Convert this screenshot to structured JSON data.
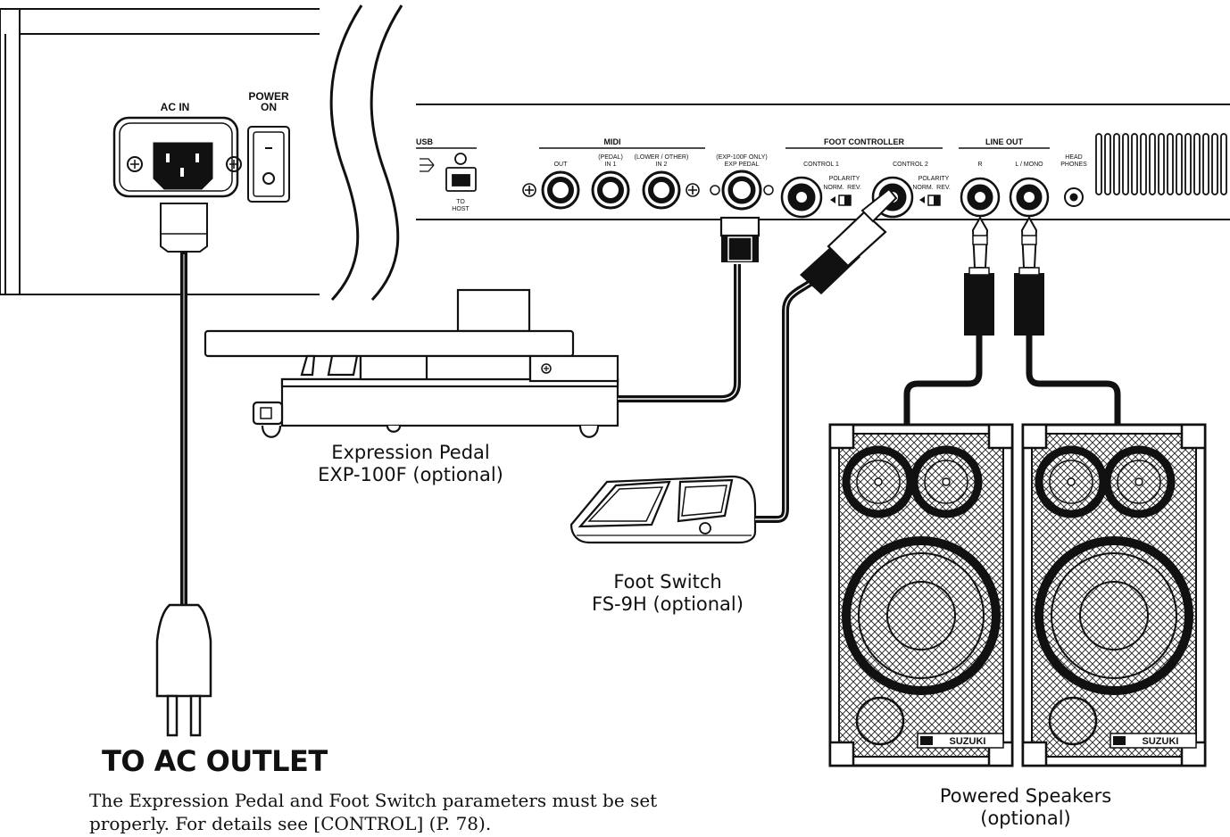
{
  "left_panel": {
    "ac_in_label": "AC IN",
    "power_label_1": "POWER",
    "power_label_2": "ON"
  },
  "rear_panel": {
    "usb_label": "USB",
    "usb_port_label_1": "TO",
    "usb_port_label_2": "HOST",
    "midi_label": "MIDI",
    "midi_out": "OUT",
    "midi_in1_line1": "(PEDAL)",
    "midi_in1_line2": "IN 1",
    "midi_in2_line1": "(LOWER / OTHER)",
    "midi_in2_line2": "IN 2",
    "exp_label_1": "(EXP-100F ONLY)",
    "exp_label_2": "EXP PEDAL",
    "foot_controller_label": "FOOT CONTROLLER",
    "control1": "CONTROL 1",
    "control2": "CONTROL 2",
    "polarity": "POLARITY",
    "norm": "NORM.",
    "rev": "REV.",
    "line_out_label": "LINE OUT",
    "line_out_r": "R",
    "line_out_l": "L / MONO",
    "headphones_1": "HEAD",
    "headphones_2": "PHONES"
  },
  "labels": {
    "expression_pedal_1": "Expression Pedal",
    "expression_pedal_2": "EXP-100F (optional)",
    "foot_switch_1": "Foot Switch",
    "foot_switch_2": "FS-9H (optional)",
    "speakers_1": "Powered Speakers",
    "speakers_2": "(optional)",
    "speaker_brand": "SUZUKI",
    "ac_outlet": "TO AC OUTLET",
    "note_line_1": "The Expression Pedal and Foot Switch parameters must be set",
    "note_line_2": "properly. For details see [CONTROL] (P. 78)."
  }
}
